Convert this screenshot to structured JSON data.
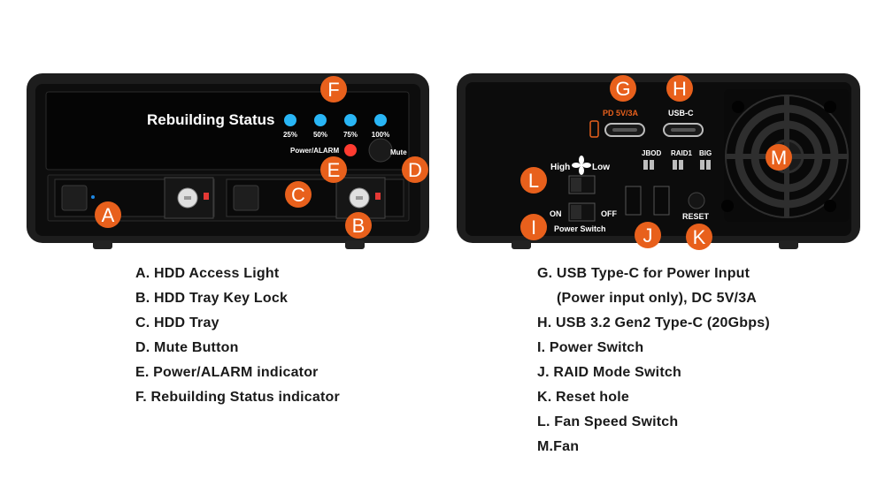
{
  "front_panel": {
    "title": "Rebuilding Status",
    "leds": [
      "25%",
      "50%",
      "75%",
      "100%"
    ],
    "power_label": "Power/ALARM",
    "mute_label": "Mute"
  },
  "rear_panel": {
    "pd_label": "PD 5V/3A",
    "usbc_label": "USB-C",
    "raid_modes": [
      "JBOD",
      "RAID1",
      "BIG"
    ],
    "fan_high": "High",
    "fan_low": "Low",
    "on_label": "ON",
    "off_label": "OFF",
    "power_switch_label": "Power Switch",
    "reset_label": "RESET"
  },
  "badges": [
    "A",
    "B",
    "C",
    "D",
    "E",
    "F",
    "G",
    "H",
    "I",
    "J",
    "K",
    "L",
    "M"
  ],
  "legend_left": [
    "A. HDD Access Light",
    "B. HDD Tray Key Lock",
    "C. HDD Tray",
    "D. Mute Button",
    "E. Power/ALARM indicator",
    "F. Rebuilding Status indicator"
  ],
  "legend_right": [
    "G. USB Type-C for Power Input",
    "(Power input only), DC 5V/3A",
    "H. USB 3.2 Gen2 Type-C (20Gbps)",
    "I.  Power Switch",
    "J. RAID Mode Switch",
    "K. Reset hole",
    "L. Fan Speed Switch",
    "M.Fan"
  ],
  "colors": {
    "badge": "#e8601c",
    "led": "#29b6f6",
    "power_led": "#ff3b30",
    "enclosure": "#1b1b1b",
    "pd_text": "#e8601c"
  }
}
